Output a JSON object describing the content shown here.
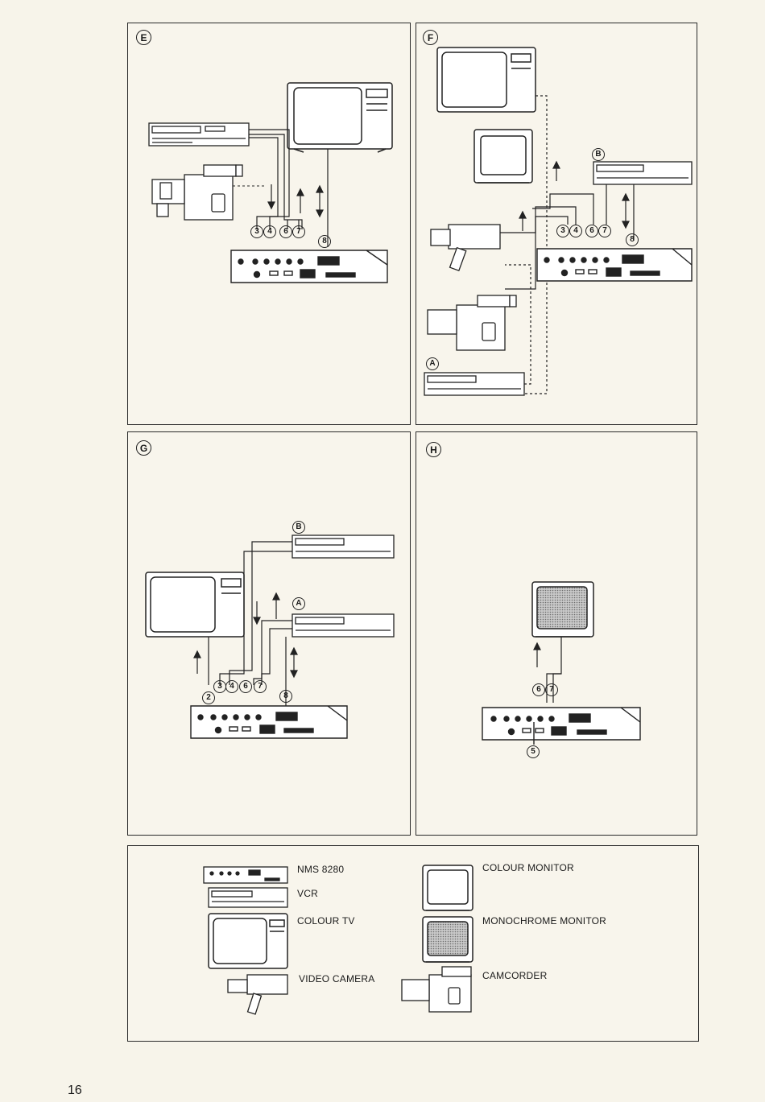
{
  "panels": {
    "E": {
      "label": "E",
      "ports": [
        "3",
        "4",
        "6",
        "7",
        "8"
      ]
    },
    "F": {
      "label": "F",
      "ports": [
        "3",
        "4",
        "6",
        "7",
        "8"
      ],
      "device_a": "A",
      "device_b": "B"
    },
    "G": {
      "label": "G",
      "ports": [
        "2",
        "3",
        "4",
        "6",
        "7",
        "8"
      ],
      "device_a": "A",
      "device_b": "B"
    },
    "H": {
      "label": "H",
      "ports": [
        "6",
        "7",
        "5"
      ]
    }
  },
  "legend": {
    "nms": "NMS 8280",
    "vcr": "VCR",
    "colour_tv": "COLOUR TV",
    "video_camera": "VIDEO CAMERA",
    "colour_monitor": "COLOUR MONITOR",
    "mono_monitor": "MONOCHROME MONITOR",
    "camcorder": "CAMCORDER"
  },
  "page_number": "16",
  "colors": {
    "ink": "#222222",
    "paper": "#f8f5ec",
    "screen_grey": "#9a9a9a"
  }
}
